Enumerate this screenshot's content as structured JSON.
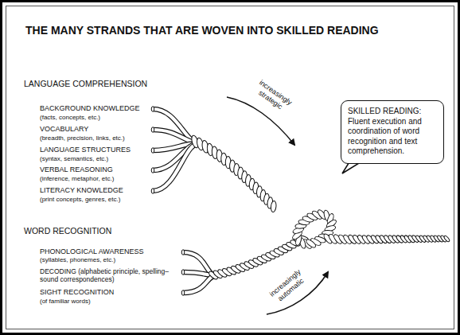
{
  "diagram": {
    "title": "THE MANY STRANDS THAT ARE WOVEN INTO SKILLED READING",
    "nodes": [
      {
        "text": [
          "SKILLED READING: Fluent execution and coordination of word recognition and text comprehension."
        ]
      }
    ],
    "labels": [
      "LANGUAGE COMPREHENSION",
      "BACKGROUND KNOWLEDGE",
      "(facts, concepts, etc.)",
      "VOCABULARY",
      "(breadth, precision, links, etc.)",
      "LANGUAGE STRUCTURES",
      "(syntax, semantics, etc.)",
      "VERBAL REASONING",
      "(inference, metaphor, etc.)",
      "LITERACY KNOWLEDGE",
      "(print concepts, genres, etc.)",
      "WORD RECOGNITION",
      "PHONOLOGICAL AWARENESS",
      "(syllables, phonemes, etc.)",
      "DECODING (alphabetic principle, spelling–sound correspondences)",
      "SIGHT RECOGNITION",
      "(of familiar words)",
      "increasingly strategic",
      "increasingly automatic"
    ]
  }
}
